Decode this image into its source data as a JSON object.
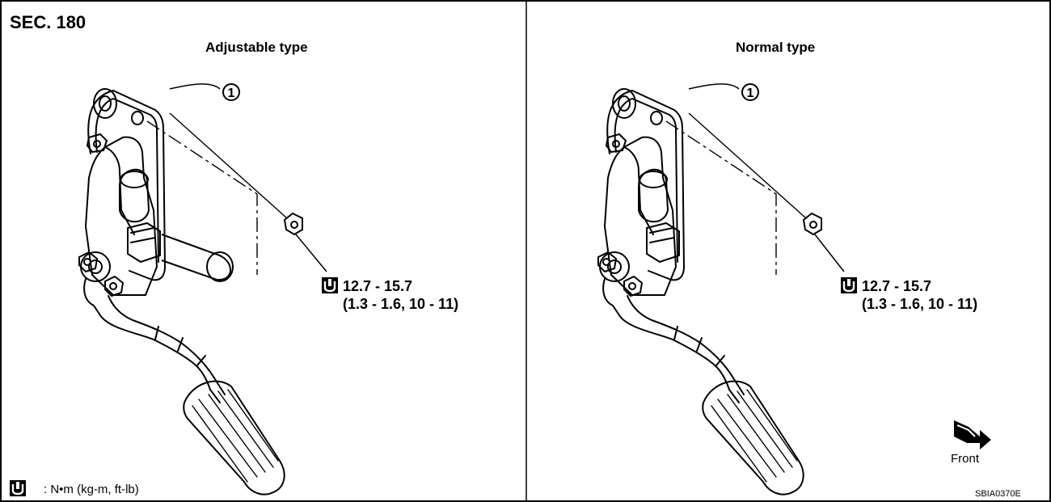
{
  "section": "SEC. 180",
  "panels": [
    {
      "title": "Adjustable type",
      "callout": "1",
      "torque_line1": "12.7 - 15.7",
      "torque_line2": "(1.3 - 1.6, 10 - 11)"
    },
    {
      "title": "Normal type",
      "callout": "1",
      "torque_line1": "12.7 - 15.7",
      "torque_line2": "(1.3 - 1.6, 10 - 11)"
    }
  ],
  "legend": ": N•m (kg-m, ft-lb)",
  "front_label": "Front",
  "drawing_code": "SBIA0370E",
  "icons": {
    "torque": "torque-wrench-icon",
    "front": "front-arrow-icon"
  }
}
